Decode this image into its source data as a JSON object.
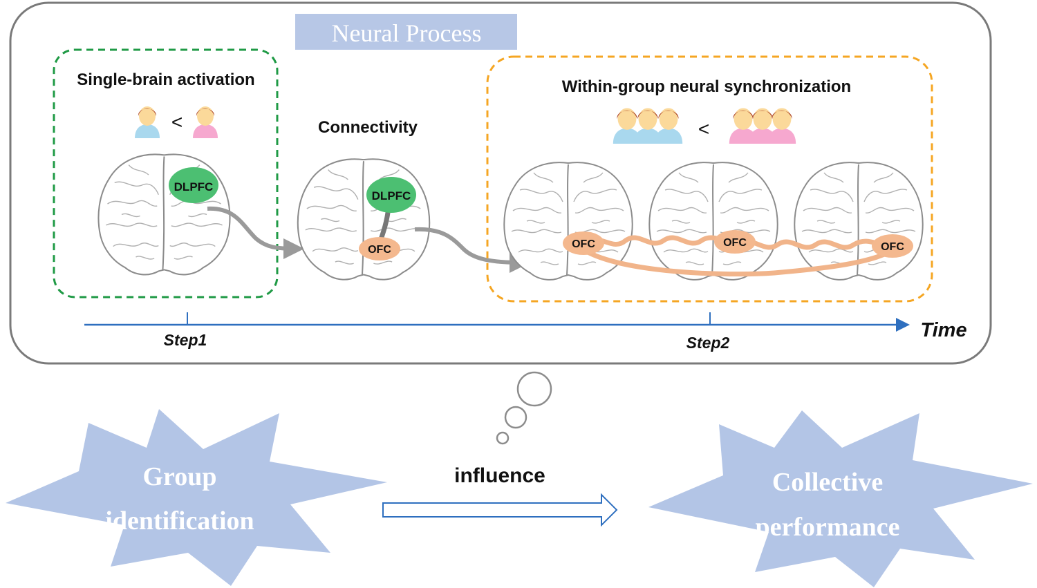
{
  "panel": {
    "title": "Neural Process",
    "title_bg": "#b7c7e6",
    "border_color": "#7a7a7a"
  },
  "step1": {
    "label": "Single-brain activation",
    "box_color": "#1f9a45",
    "compare_symbol": "<",
    "region": "DLPFC"
  },
  "connectivity": {
    "label": "Connectivity",
    "region_top": "DLPFC",
    "region_bottom": "OFC"
  },
  "step2": {
    "label": "Within-group  neural synchronization",
    "box_color": "#f5a623",
    "compare_symbol": "<",
    "regions": [
      "OFC",
      "OFC",
      "OFC"
    ]
  },
  "timeline": {
    "step1_label": "Step1",
    "step2_label": "Step2",
    "axis_label": "Time",
    "color": "#2e6fbf"
  },
  "bottom": {
    "left_burst": [
      "Group",
      "identification"
    ],
    "right_burst": [
      "Collective",
      "performance"
    ],
    "arrow_label": "influence",
    "burst_color": "#b3c5e6"
  },
  "colors": {
    "dlpfc": "#4cbf72",
    "ofc": "#f4b88e",
    "ofc_sync": "#f1b48a",
    "person_blue": "#a9d8ee",
    "person_pink": "#f6a8cf",
    "hair": "#a3361c",
    "face": "#fbd99a",
    "arrow_gray": "#9a9a9a"
  },
  "icons": [
    "person-icon",
    "brain-icon",
    "thought-bubble-icon",
    "burst-shape-icon",
    "hollow-arrow-icon"
  ]
}
